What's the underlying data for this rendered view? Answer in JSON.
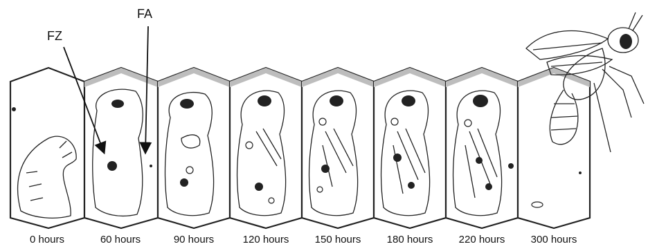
{
  "callouts": {
    "fz": "FZ",
    "fa": "FA"
  },
  "time_labels": [
    "0 hours",
    "60 hours",
    "90 hours",
    "120 hours",
    "150 hours",
    "180 hours",
    "220 hours",
    "300 hours"
  ],
  "colors": {
    "line": "#222222",
    "cap": "#bdbdbd",
    "background": "#ffffff"
  }
}
